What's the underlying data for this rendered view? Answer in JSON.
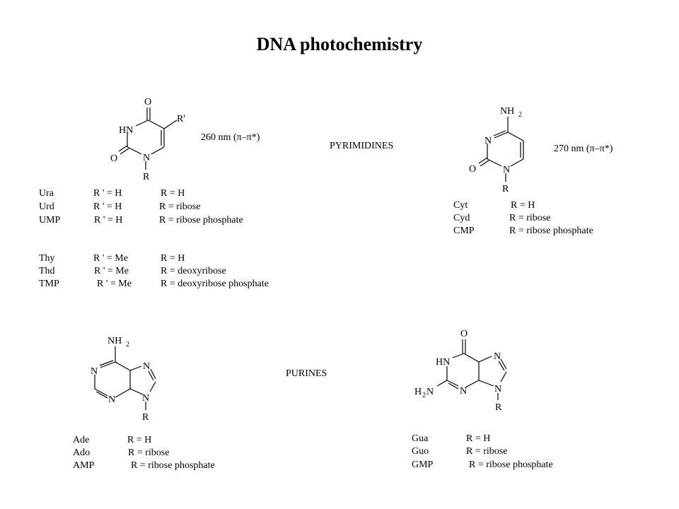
{
  "title": "DNA photochemistry",
  "pyrimidines_label": "PYRIMIDINES",
  "purines_label": "PURINES",
  "uracil": {
    "atoms": {
      "o_top": "O",
      "r_prime": "R'",
      "hn": "HN",
      "o_left": "O",
      "n": "N",
      "r": "R"
    },
    "absorption": "260 nm (π–π*)",
    "rows": [
      {
        "abbr": "Ura",
        "rp": "R ' = H",
        "r": "R = H"
      },
      {
        "abbr": "Urd",
        "rp": "R ' = H",
        "r": "R = ribose"
      },
      {
        "abbr": "UMP",
        "rp": "R ' = H",
        "r": "R = ribose phosphate"
      }
    ],
    "thy_rows": [
      {
        "abbr": "Thy",
        "rp": "R ' = Me",
        "r": "R = H"
      },
      {
        "abbr": "Thd",
        "rp": "R ' = Me",
        "r": "R = deoxyribose"
      },
      {
        "abbr": "TMP",
        "rp": "R ' = Me",
        "r": "R = deoxyribose phosphate"
      }
    ]
  },
  "cytosine": {
    "atoms": {
      "nh": "NH",
      "nh_sub": "2",
      "n_ring": "N",
      "o": "O",
      "n": "N",
      "r": "R"
    },
    "absorption": "270 nm (π–π*)",
    "rows": [
      {
        "abbr": "Cyt",
        "r": "R = H"
      },
      {
        "abbr": "Cyd",
        "r": "R = ribose"
      },
      {
        "abbr": "CMP",
        "r": "R = ribose phosphate"
      }
    ]
  },
  "adenine": {
    "atoms": {
      "nh": "NH",
      "nh_sub": "2",
      "n1": "N",
      "n3": "N",
      "n7": "N",
      "n9": "N",
      "r": "R"
    },
    "rows": [
      {
        "abbr": "Ade",
        "r": "R = H"
      },
      {
        "abbr": "Ado",
        "r": "R = ribose"
      },
      {
        "abbr": "AMP",
        "r": "R = ribose phosphate"
      }
    ]
  },
  "guanine": {
    "atoms": {
      "o": "O",
      "hn": "HN",
      "h2": "H",
      "h2_sub": "2",
      "n_amine": "N",
      "n3": "N",
      "n7": "N",
      "n9": "N",
      "r": "R"
    },
    "rows": [
      {
        "abbr": "Gua",
        "r": "R = H"
      },
      {
        "abbr": "Guo",
        "r": "R = ribose"
      },
      {
        "abbr": "GMP",
        "r": "R = ribose phosphate"
      }
    ]
  }
}
